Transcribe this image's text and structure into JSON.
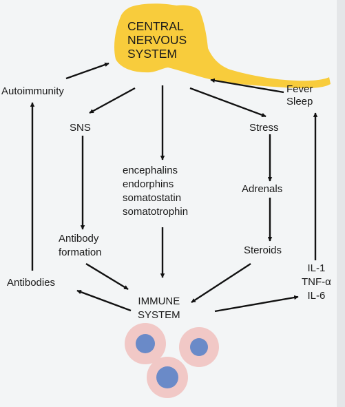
{
  "diagram": {
    "nodes": {
      "cns": [
        "CENTRAL",
        "NERVOUS",
        "SYSTEM"
      ],
      "autoimmunity": "Autoimmunity",
      "fever_sleep": [
        "Fever",
        "Sleep"
      ],
      "sns": "SNS",
      "stress": "Stress",
      "neuropeptides": [
        "encephalins",
        "endorphins",
        "somatostatin",
        "somatotrophin"
      ],
      "adrenals": "Adrenals",
      "antibody_formation": [
        "Antibody",
        "formation"
      ],
      "steroids": "Steroids",
      "antibodies": "Antibodies",
      "cytokines": [
        "IL-1",
        "TNF-α",
        "IL-6"
      ],
      "immune_system": [
        "IMMUNE",
        "SYSTEM"
      ]
    },
    "edges": [
      {
        "from": "autoimmunity",
        "to": "cns"
      },
      {
        "from": "fever_sleep",
        "to": "cns"
      },
      {
        "from": "cns",
        "to": "sns"
      },
      {
        "from": "cns",
        "to": "neuropeptides"
      },
      {
        "from": "cns",
        "to": "stress"
      },
      {
        "from": "sns",
        "to": "antibody_formation"
      },
      {
        "from": "stress",
        "to": "adrenals"
      },
      {
        "from": "adrenals",
        "to": "steroids"
      },
      {
        "from": "neuropeptides",
        "to": "immune_system"
      },
      {
        "from": "antibody_formation",
        "to": "immune_system"
      },
      {
        "from": "steroids",
        "to": "immune_system"
      },
      {
        "from": "immune_system",
        "to": "antibodies"
      },
      {
        "from": "immune_system",
        "to": "cytokines"
      },
      {
        "from": "antibodies",
        "to": "autoimmunity"
      },
      {
        "from": "cytokines",
        "to": "fever_sleep"
      }
    ],
    "colors": {
      "brain": "#f8cc3c",
      "cell_membrane": "#f1c8c6",
      "cell_nucleus": "#6a8ac8",
      "arrow": "#111111",
      "background": "#f3f5f6"
    }
  }
}
